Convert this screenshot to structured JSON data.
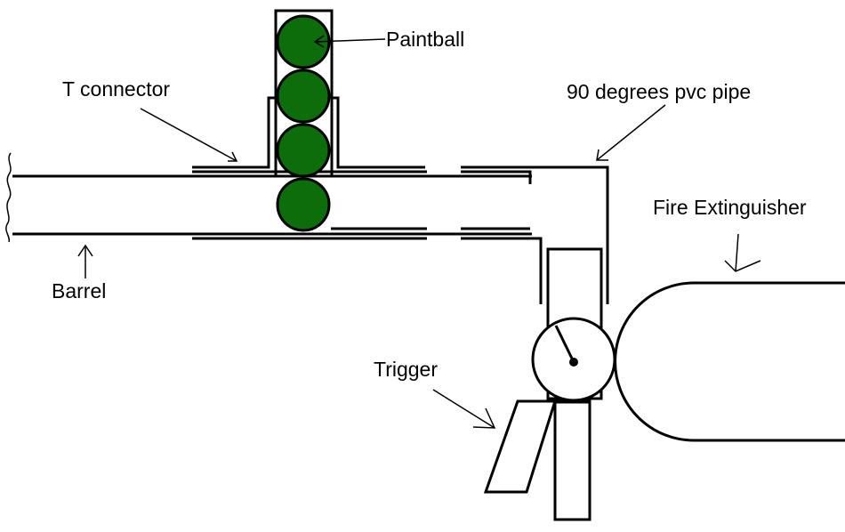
{
  "labels": {
    "paintball": "Paintball",
    "t_connector": "T connector",
    "pvc_pipe": "90 degrees pvc pipe",
    "fire_extinguisher": "Fire Extinguisher",
    "barrel": "Barrel",
    "trigger": "Trigger"
  },
  "colors": {
    "paintball_fill": "#0b6e0b",
    "ink": "#000000",
    "background": "#ffffff"
  },
  "paintball_count": 4
}
